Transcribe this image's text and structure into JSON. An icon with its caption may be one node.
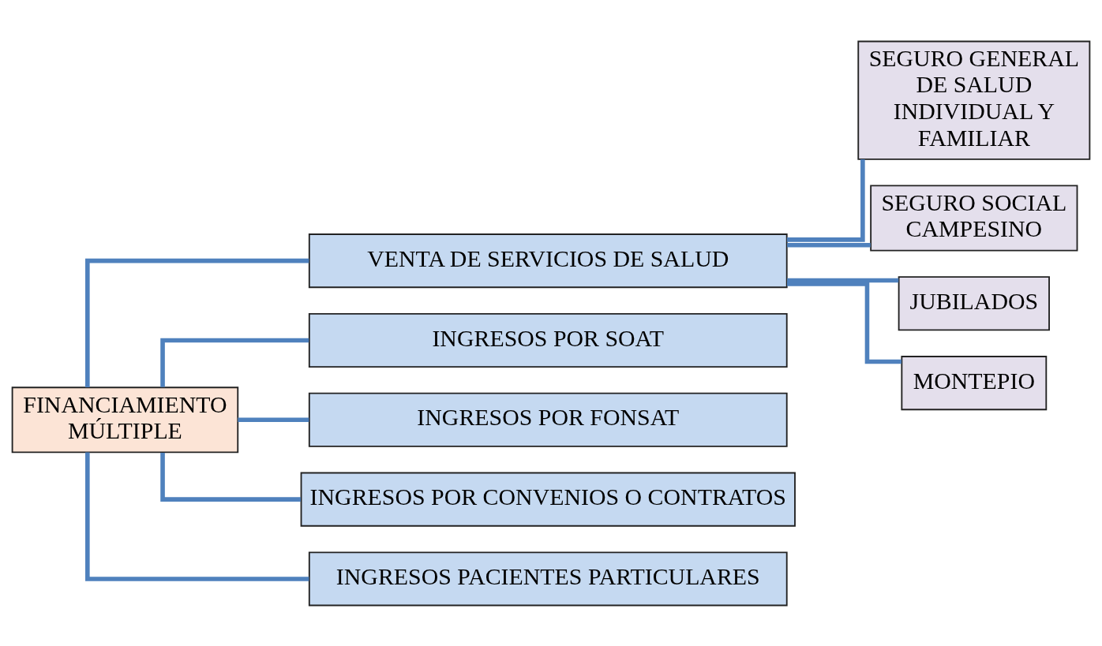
{
  "diagram": {
    "nodes": [
      {
        "text": [
          "FINANCIAMIENTO MÚLTIPLE"
        ]
      },
      {
        "text": [
          "VENTA DE SERVICIOS DE SALUD"
        ]
      },
      {
        "text": [
          "SEGURO GENERAL DE SALUD INDIVIDUAL Y FAMILIAR"
        ]
      },
      {
        "text": [
          "SEGURO SOCIAL CAMPESINO"
        ]
      },
      {
        "text": [
          "JUBILADOS"
        ]
      },
      {
        "text": [
          "MONTEPIO"
        ]
      },
      {
        "text": [
          "INGRESOS POR SOAT"
        ]
      },
      {
        "text": [
          "INGRESOS POR FONSAT"
        ]
      },
      {
        "text": [
          "INGRESOS POR CONVENIOS O CONTRATOS"
        ]
      },
      {
        "text": [
          "INGRESOS PACIENTES PARTICULARES"
        ]
      }
    ],
    "edges": [
      {
        "from": 0,
        "to": 1,
        "arrow": "none"
      },
      {
        "from": 0,
        "to": 6,
        "arrow": "none"
      },
      {
        "from": 0,
        "to": 7,
        "arrow": "none"
      },
      {
        "from": 0,
        "to": 8,
        "arrow": "none"
      },
      {
        "from": 0,
        "to": 9,
        "arrow": "none"
      },
      {
        "from": 1,
        "to": 2,
        "arrow": "none"
      },
      {
        "from": 1,
        "to": 3,
        "arrow": "none"
      },
      {
        "from": 1,
        "to": 4,
        "arrow": "none"
      },
      {
        "from": 1,
        "to": 5,
        "arrow": "none"
      }
    ]
  }
}
